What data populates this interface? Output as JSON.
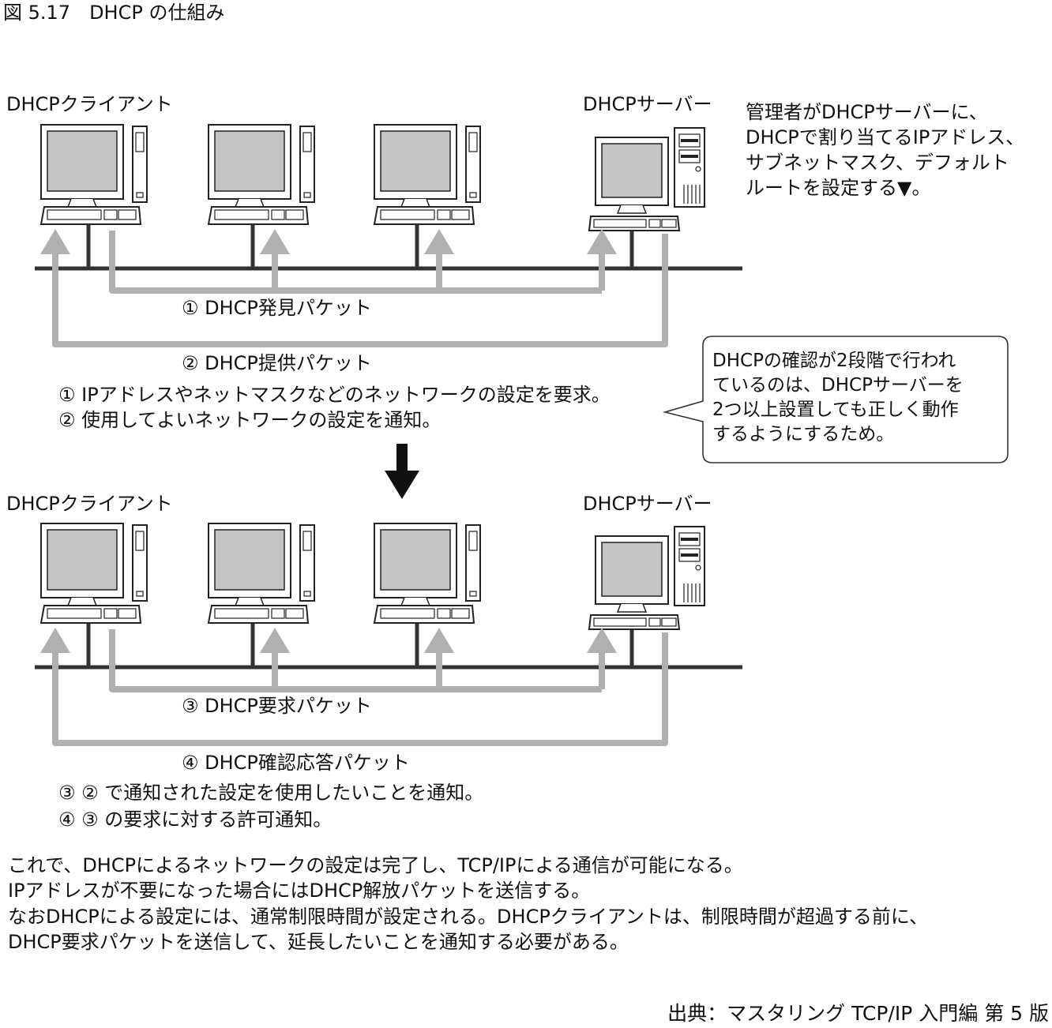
{
  "figure_title": "図 5.17　DHCP の仕組み",
  "top_section": {
    "client_label": "DHCPクライアント",
    "server_label": "DHCPサーバー",
    "arrow1_label": "① DHCP発見パケット",
    "arrow2_label": "② DHCP提供パケット",
    "step_notes": [
      "① IPアドレスやネットマスクなどのネットワークの設定を要求。",
      "② 使用してよいネットワークの設定を通知。"
    ]
  },
  "admin_note": [
    "管理者がDHCPサーバーに、",
    "DHCPで割り当てるIPアドレス、",
    "サブネットマスク、デフォルト",
    "ルートを設定する▼。"
  ],
  "callout": [
    "DHCPの確認が2段階で行われ",
    "ているのは、DHCPサーバーを",
    "2つ以上設置しても正しく動作",
    "するようにするため。"
  ],
  "bottom_section": {
    "client_label": "DHCPクライアント",
    "server_label": "DHCPサーバー",
    "arrow3_label": "③ DHCP要求パケット",
    "arrow4_label": "④ DHCP確認応答パケット",
    "step_notes": [
      "③ ② で通知された設定を使用したいことを通知。",
      "④ ③ の要求に対する許可通知。"
    ]
  },
  "summary": [
    "これで、DHCPによるネットワークの設定は完了し、TCP/IPによる通信が可能になる。",
    "IPアドレスが不要になった場合にはDHCP解放パケットを送信する。",
    "なおDHCPによる設定には、通常制限時間が設定される。DHCPクライアントは、制限時間が超過する前に、",
    "DHCP要求パケットを送信して、延長したいことを通知する必要がある。"
  ],
  "source": "出典：マスタリング TCP/IP 入門編 第 5 版",
  "colors": {
    "arrow": "#b0b0b0",
    "screen": "#c4c4c4",
    "line": "#333333"
  }
}
